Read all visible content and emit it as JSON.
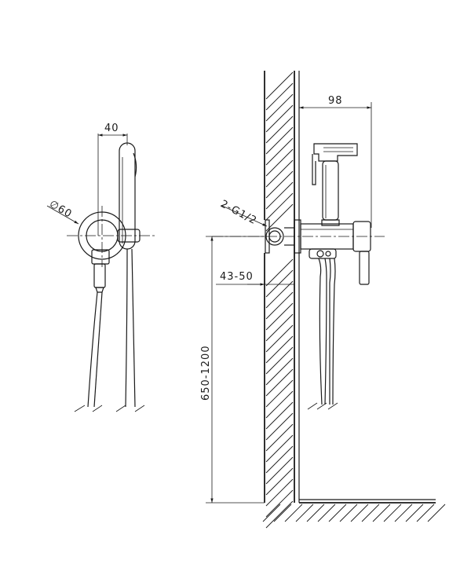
{
  "drawing": {
    "dimensions": {
      "front_width": "40",
      "rosette_diameter": "∅60",
      "projection": "98",
      "thread": "2-G1/2",
      "depth": "43-50",
      "height": "650-1200"
    }
  }
}
